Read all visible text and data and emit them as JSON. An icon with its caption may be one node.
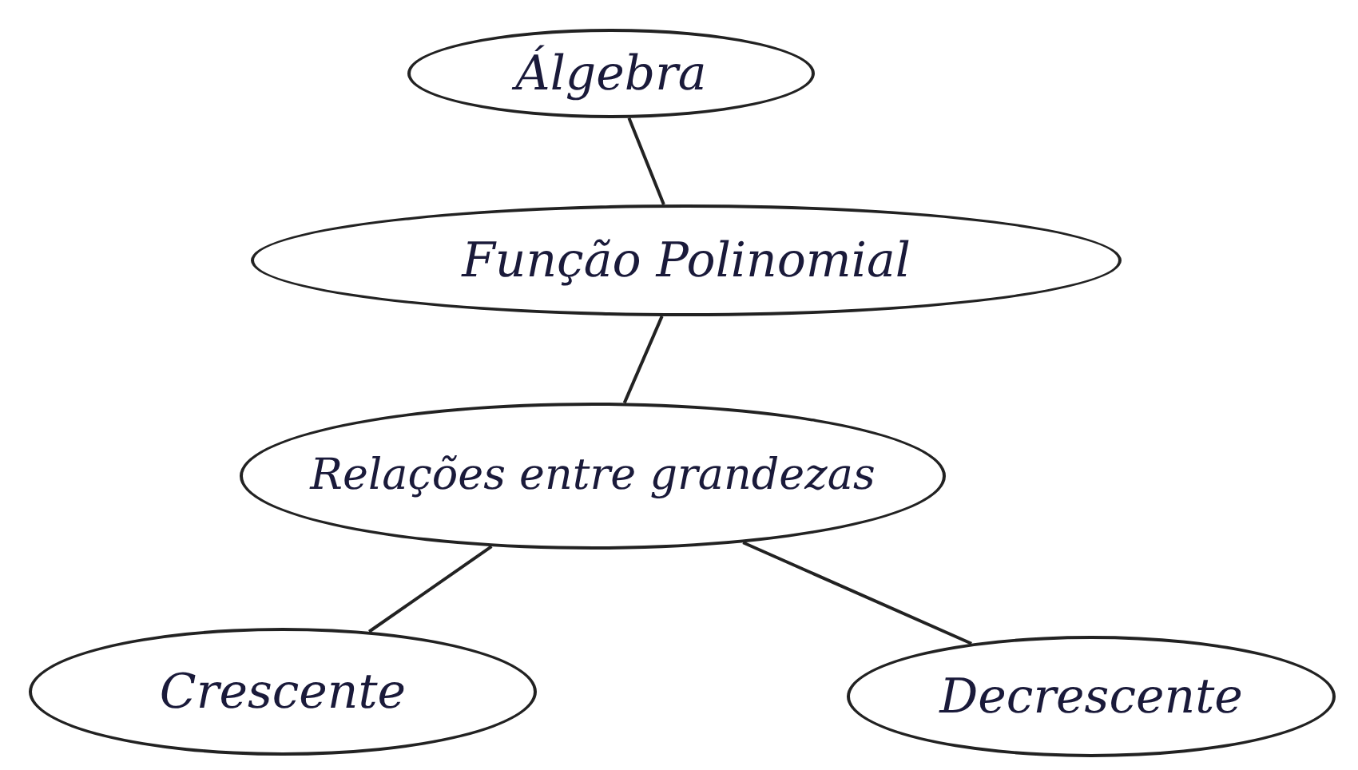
{
  "diagram": {
    "nodes": [
      {
        "text": [
          "Álgebra"
        ]
      },
      {
        "text": [
          "Função Polinomial"
        ]
      },
      {
        "text": [
          "Relações entre grandezas"
        ]
      },
      {
        "text": [
          "Crescente"
        ]
      },
      {
        "text": [
          "Decrescente"
        ]
      }
    ],
    "edges": [
      {
        "from": 0,
        "to": 1,
        "arrow": "none"
      },
      {
        "from": 1,
        "to": 2,
        "arrow": "none"
      },
      {
        "from": 2,
        "to": 3,
        "arrow": "none"
      },
      {
        "from": 2,
        "to": 4,
        "arrow": "none"
      }
    ]
  }
}
